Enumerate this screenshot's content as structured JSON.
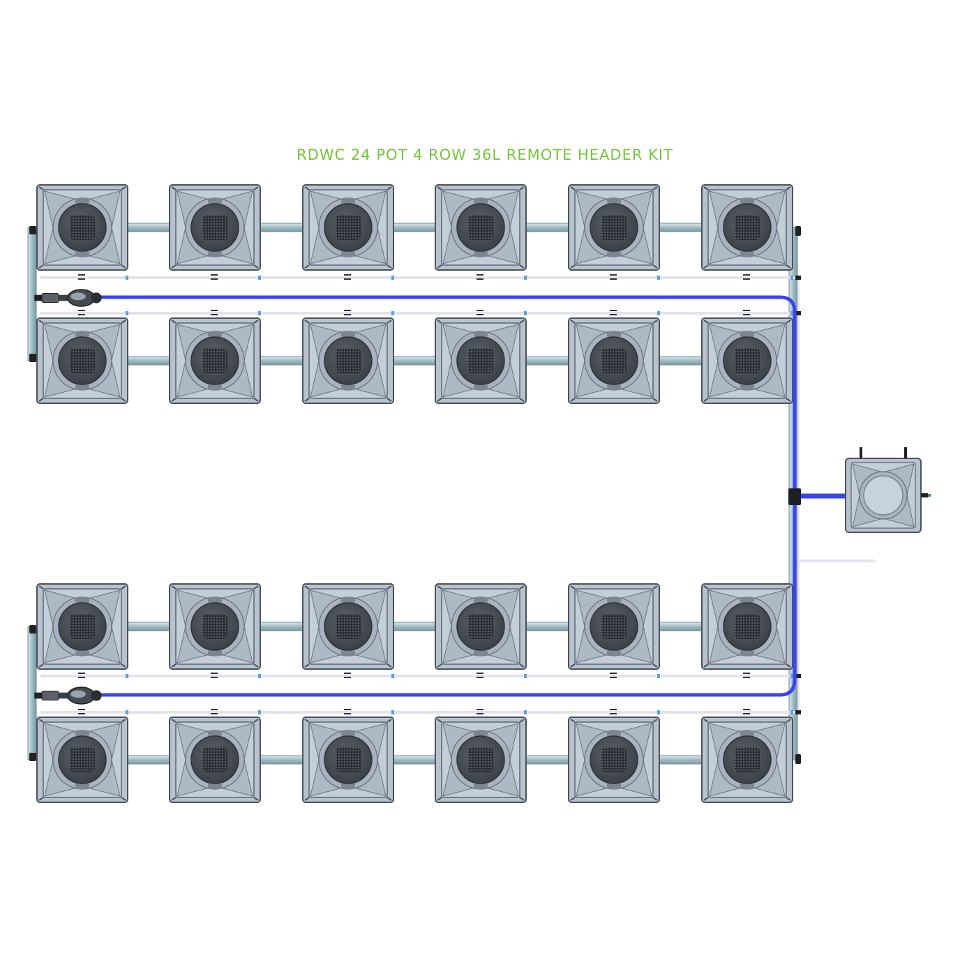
{
  "title": "RDWC 24 POT 4 ROW 36L REMOTE HEADER KIT",
  "layout": {
    "rows": 4,
    "pots_per_row": 6,
    "total_pots": 24,
    "pot_volume": "36L",
    "header": "remote"
  },
  "colors": {
    "title": "#74c43a",
    "pot_body": "#b9c4d0",
    "pot_edge": "#4a525c",
    "pot_lid": "#4a5058",
    "pipe": "#a9c4cc",
    "return_line": "#3b45ee",
    "drain_line": "#e3e3ee"
  },
  "icons": [
    "pot-icon",
    "pump-icon",
    "header-tank-icon"
  ]
}
